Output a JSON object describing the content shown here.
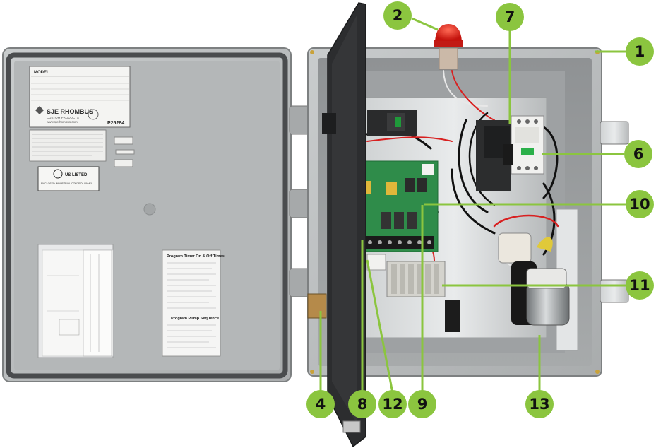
{
  "colors": {
    "callout_green": "#8bc53f",
    "enclosure_gray": "#b9bcbd",
    "door_black": "#2c2d2f",
    "board_green": "#2f8c4a",
    "beacon_red": "#e0201a"
  },
  "door_labels": {
    "model_label": "MODEL",
    "brand_name": "SJE RHOMBUS",
    "brand_sub": "CUSTOM PRODUCTS",
    "brand_site": "www.sjerhombus.com",
    "serial": "P25284",
    "ul_mark": "US LISTED",
    "ul_desc": "ENCLOSED INDUSTRIAL CONTROL PANEL",
    "timer_title": "Program Timer On & Off Times",
    "pump_title": "Program Pump Sequence"
  },
  "callouts": [
    {
      "id": "1",
      "label": "1"
    },
    {
      "id": "2",
      "label": "2"
    },
    {
      "id": "4",
      "label": "4"
    },
    {
      "id": "6",
      "label": "6"
    },
    {
      "id": "7",
      "label": "7"
    },
    {
      "id": "8",
      "label": "8"
    },
    {
      "id": "9",
      "label": "9"
    },
    {
      "id": "10",
      "label": "10"
    },
    {
      "id": "11",
      "label": "11"
    },
    {
      "id": "12",
      "label": "12"
    },
    {
      "id": "13",
      "label": "13"
    }
  ]
}
